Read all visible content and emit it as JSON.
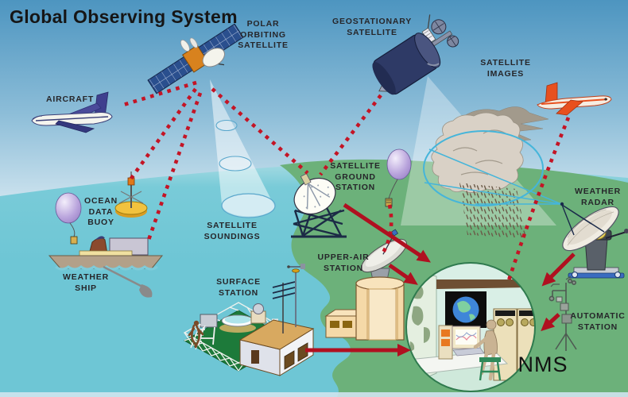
{
  "title": "Global Observing System",
  "labels": {
    "polar_orbiting_satellite": "POLAR\nORBITING\nSATELLITE",
    "geostationary_satellite": "GEOSTATIONARY\nSATELLITE",
    "satellite_images": "SATELLITE\nIMAGES",
    "aircraft": "AIRCRAFT",
    "ocean_data_buoy": "OCEAN\nDATA\nBUOY",
    "weather_ship": "WEATHER\nSHIP",
    "satellite_soundings": "SATELLITE\nSOUNDINGS",
    "satellite_ground_station": "SATELLITE\nGROUND\nSTATION",
    "upper_air_station": "UPPER-AIR\nSTATION",
    "surface_station": "SURFACE\nSTATION",
    "weather_radar": "WEATHER\nRADAR",
    "automatic_station": "AUTOMATIC\nSTATION",
    "nms": "NMS"
  },
  "icons": [
    "polar-orbiting-satellite-icon",
    "geostationary-satellite-icon",
    "blue-aircraft-icon",
    "red-aircraft-icon",
    "ocean-data-buoy-icon",
    "weather-balloon-icon",
    "weather-ship-icon",
    "sounding-cone-icon",
    "satellite-ground-station-icon",
    "radiosonde-balloon-icon",
    "surface-station-icon",
    "upper-air-station-icon",
    "cumulonimbus-cloud-icon",
    "weather-radar-icon",
    "automatic-station-icon",
    "nms-operations-room-icon"
  ],
  "colors": {
    "sky_top": "#4d95c0",
    "sky_horizon": "#cfe4ef",
    "ocean": "#6ec6d5",
    "land": "#6cb17a",
    "dotted_link_red": "#c41425",
    "arrow_red": "#b01020",
    "radar_beam_cyan": "#45b5da",
    "cloud_beige": "#d9d1c6",
    "label_text": "#26262a"
  }
}
